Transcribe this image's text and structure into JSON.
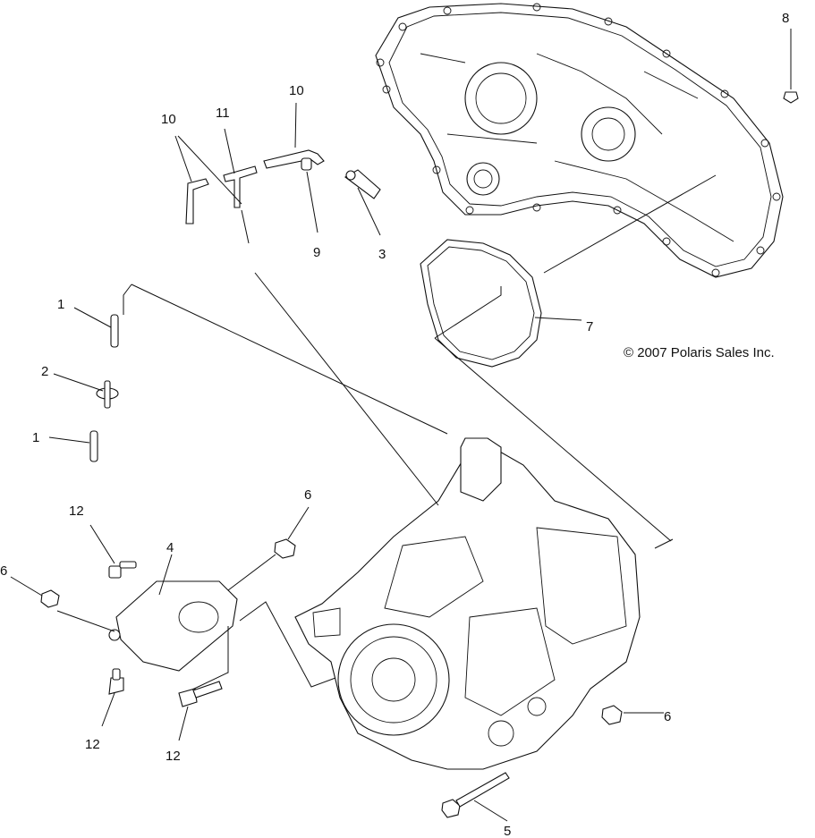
{
  "copyright": "© 2007 Polaris Sales Inc.",
  "callouts": {
    "c10a": "10",
    "c11": "11",
    "c10b": "10",
    "c9": "9",
    "c3": "3",
    "c8": "8",
    "c7": "7",
    "c1a": "1",
    "c2": "2",
    "c1b": "1",
    "c12a": "12",
    "c4": "4",
    "c6a": "6",
    "c6b": "6",
    "c12b": "12",
    "c12c": "12",
    "c6c": "6",
    "c5": "5"
  }
}
